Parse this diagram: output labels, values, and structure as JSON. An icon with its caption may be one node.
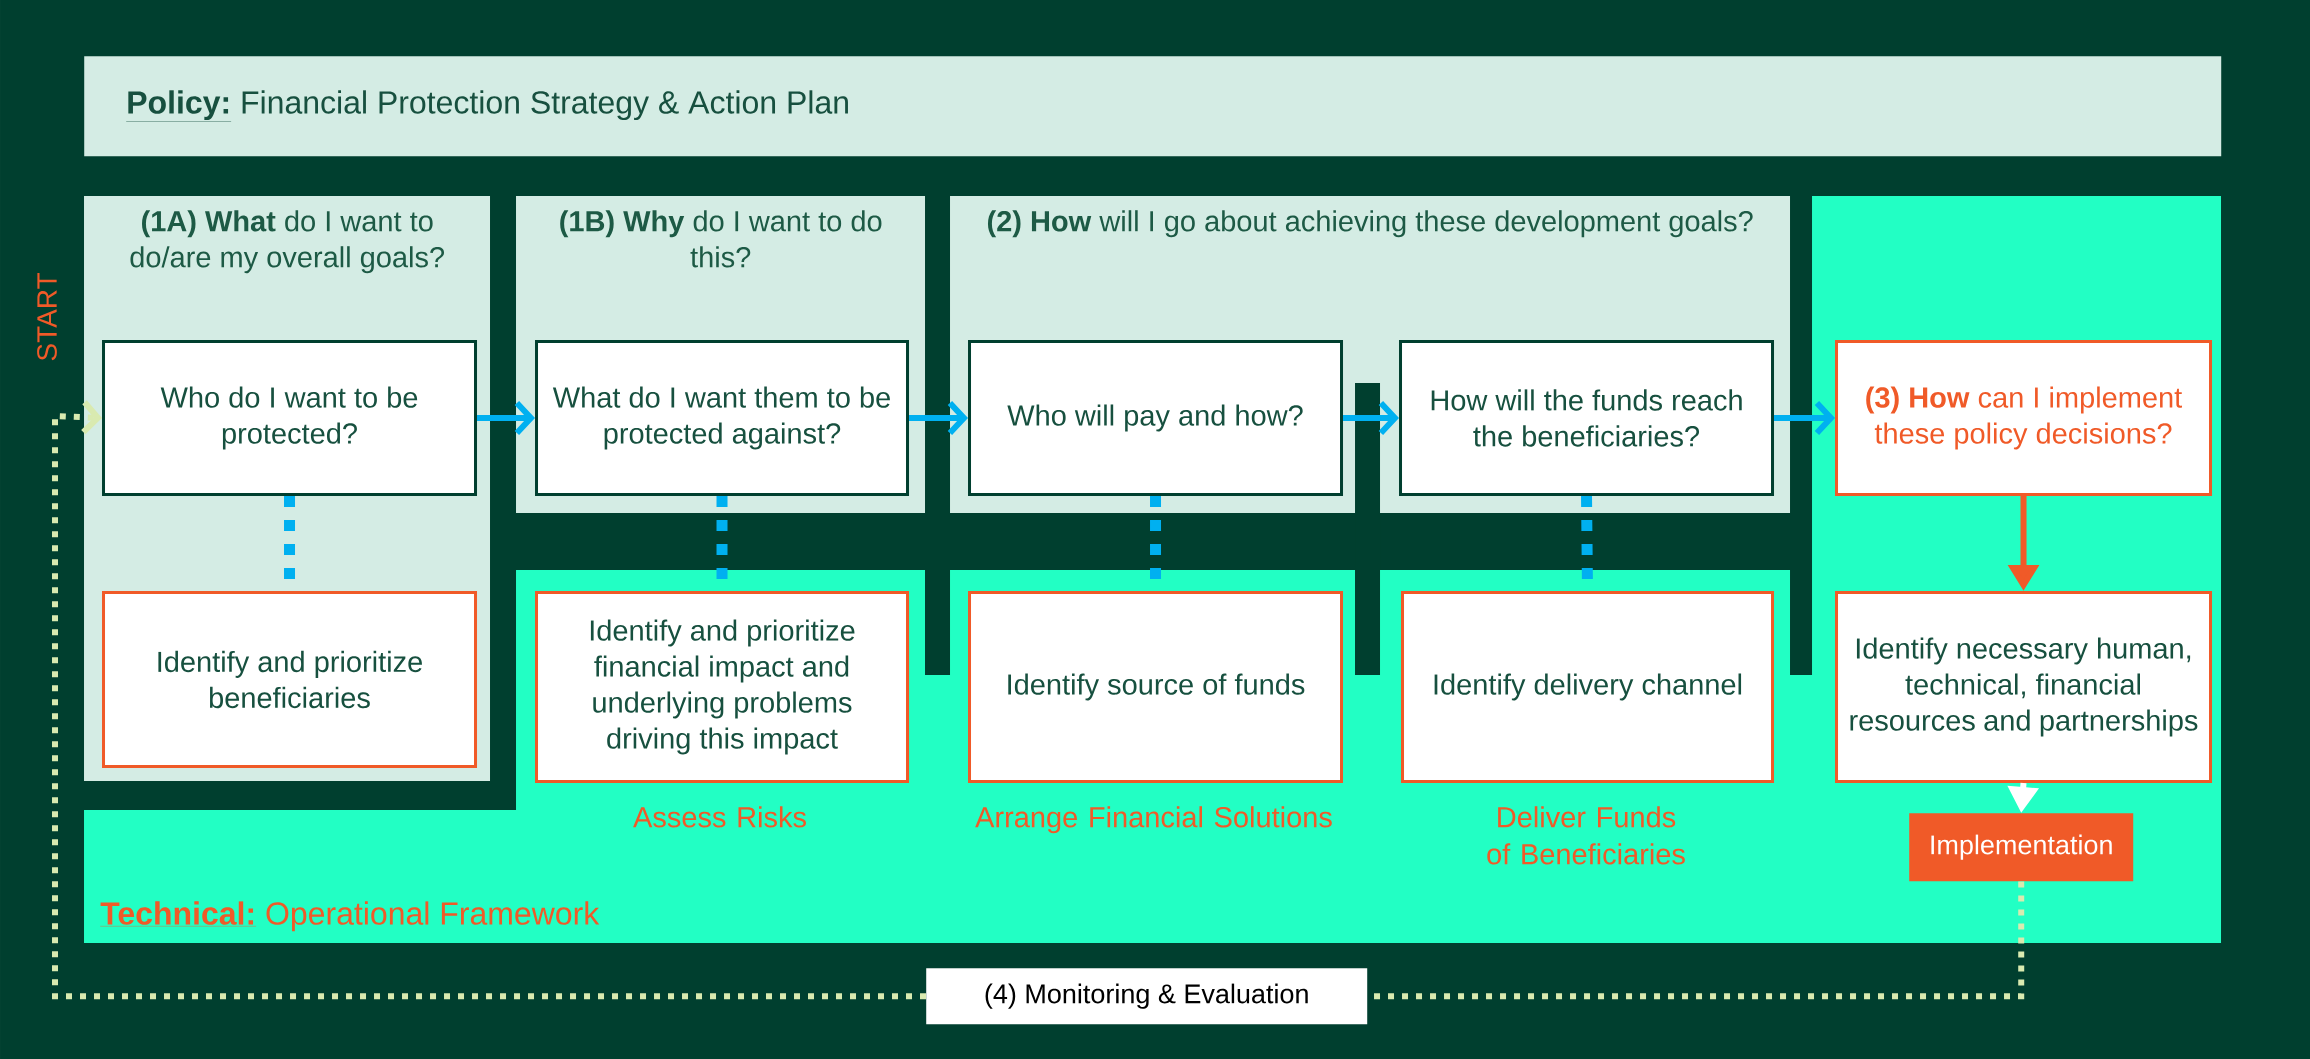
{
  "diagram": {
    "nodes": [
      {
        "text": [
          "Policy:",
          "Financial Protection Strategy & Action Plan"
        ]
      },
      {
        "text": [
          "Technical:",
          "Operational Framework"
        ]
      },
      {
        "text": [
          "**(1A) What** do I want to do/are my overall goals?"
        ]
      },
      {
        "text": [
          "Who do I want to be protected?"
        ],
        "in": 2
      },
      {
        "text": [
          "Identify and prioritize beneficiaries"
        ],
        "in": 2
      },
      {
        "text": [
          "**(1B) Why** do I want to do this?"
        ]
      },
      {
        "text": [
          "What do I want them to be protected against?"
        ],
        "in": 5
      },
      {
        "text": [
          "**(2) How** will I go about achieving these development goals?"
        ]
      },
      {
        "text": [
          "Who will pay and how?"
        ],
        "in": 7
      },
      {
        "text": [
          "How will the funds reach the beneficiaries?"
        ],
        "in": 7
      },
      {
        "text": [
          "**(3) How** can I implement these policy decisions?"
        ],
        "in": 1
      },
      {
        "text": [
          "Identify and prioritize financial impact and underlying problems driving this impact"
        ],
        "in": 1,
        "beside": [
          "Assess Risks"
        ]
      },
      {
        "text": [
          "Identify source of funds"
        ],
        "in": 1,
        "beside": [
          "Arrange Financial Solutions"
        ]
      },
      {
        "text": [
          "Identify delivery channel"
        ],
        "in": 1,
        "beside": [
          "Deliver Funds of Beneficiaries"
        ]
      },
      {
        "text": [
          "Identify necessary human, technical, financial resources and partnerships"
        ],
        "in": 1
      },
      {
        "text": [
          "Implementation"
        ],
        "in": 1
      },
      {
        "text": [
          "(4) Monitoring & Evaluation"
        ]
      }
    ],
    "edges": [
      {
        "from": 3,
        "to": 6,
        "arrow": "to"
      },
      {
        "from": 6,
        "to": 8,
        "arrow": "to"
      },
      {
        "from": 8,
        "to": 9,
        "arrow": "to"
      },
      {
        "from": 9,
        "to": 10,
        "arrow": "to"
      },
      {
        "from": 3,
        "to": 4,
        "arrow": "none",
        "style": "dashed"
      },
      {
        "from": 6,
        "to": 11,
        "arrow": "none",
        "style": "dashed"
      },
      {
        "from": 8,
        "to": 12,
        "arrow": "none",
        "style": "dashed"
      },
      {
        "from": 9,
        "to": 13,
        "arrow": "none",
        "style": "dashed"
      },
      {
        "from": 10,
        "to": 14,
        "arrow": "to",
        "color": "#f05a28"
      },
      {
        "from": 14,
        "to": 15,
        "arrow": "to",
        "color": "#ffffff"
      },
      {
        "from": 15,
        "to": 16,
        "arrow": "none",
        "style": "dashed",
        "color": "#d9eab0"
      },
      {
        "from": 16,
        "to": 3,
        "arrow": "to",
        "style": "dashed",
        "color": "#d9eab0"
      }
    ],
    "labels": [
      "START"
    ]
  }
}
